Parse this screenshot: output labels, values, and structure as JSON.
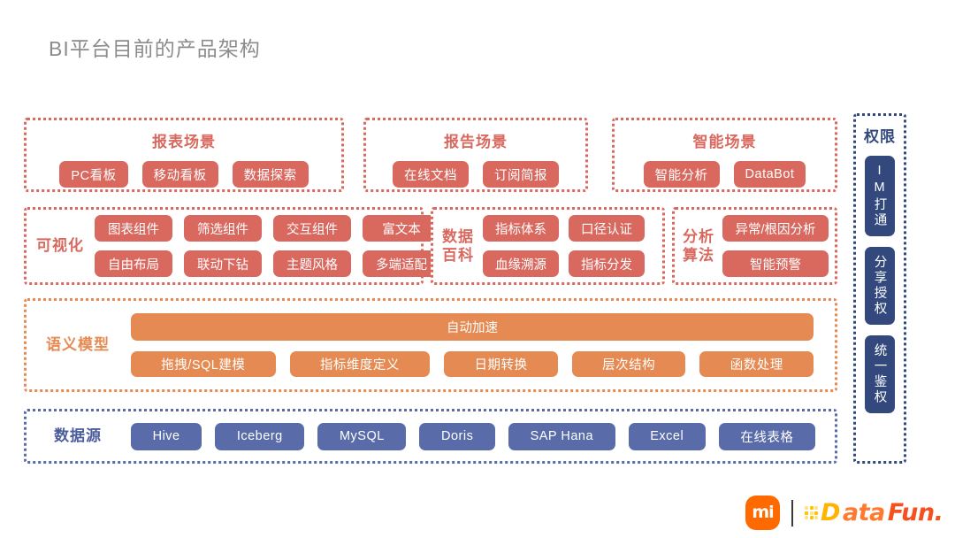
{
  "title": "BI平台目前的产品架构",
  "colors": {
    "red": "#d9695f",
    "orange": "#e58a52",
    "blue": "#5a6baa",
    "navy": "#33497e",
    "title_gray": "#8c8c8c"
  },
  "scenes": [
    {
      "title": "报表场景",
      "items": [
        "PC看板",
        "移动看板",
        "数据探索"
      ]
    },
    {
      "title": "报告场景",
      "items": [
        "在线文档",
        "订阅简报"
      ]
    },
    {
      "title": "智能场景",
      "items": [
        "智能分析",
        "DataBot"
      ]
    }
  ],
  "capability": {
    "visualization": {
      "label": "可视化",
      "items": [
        "图表组件",
        "筛选组件",
        "交互组件",
        "富文本",
        "自由布局",
        "联动下钻",
        "主题风格",
        "多端适配"
      ]
    },
    "data_encyclopedia": {
      "label_line1": "数据",
      "label_line2": "百科",
      "items": [
        "指标体系",
        "口径认证",
        "血缘溯源",
        "指标分发"
      ]
    },
    "analysis_algorithm": {
      "label_line1": "分析",
      "label_line2": "算法",
      "items": [
        "异常/根因分析",
        "智能预警"
      ]
    }
  },
  "semantic_model": {
    "label": "语义模型",
    "wide_item": "自动加速",
    "items": [
      "拖拽/SQL建模",
      "指标维度定义",
      "日期转换",
      "层次结构",
      "函数处理"
    ]
  },
  "data_source": {
    "label": "数据源",
    "items": [
      "Hive",
      "Iceberg",
      "MySQL",
      "Doris",
      "SAP Hana",
      "Excel",
      "在线表格"
    ]
  },
  "permission": {
    "title": "权限",
    "items": [
      "IM打通",
      "分享授权",
      "统一鉴权"
    ]
  },
  "footer": {
    "mi_logo": "mi-logo",
    "datafun_part1": "D",
    "datafun_part2": "ata",
    "datafun_part3": "Fun."
  }
}
